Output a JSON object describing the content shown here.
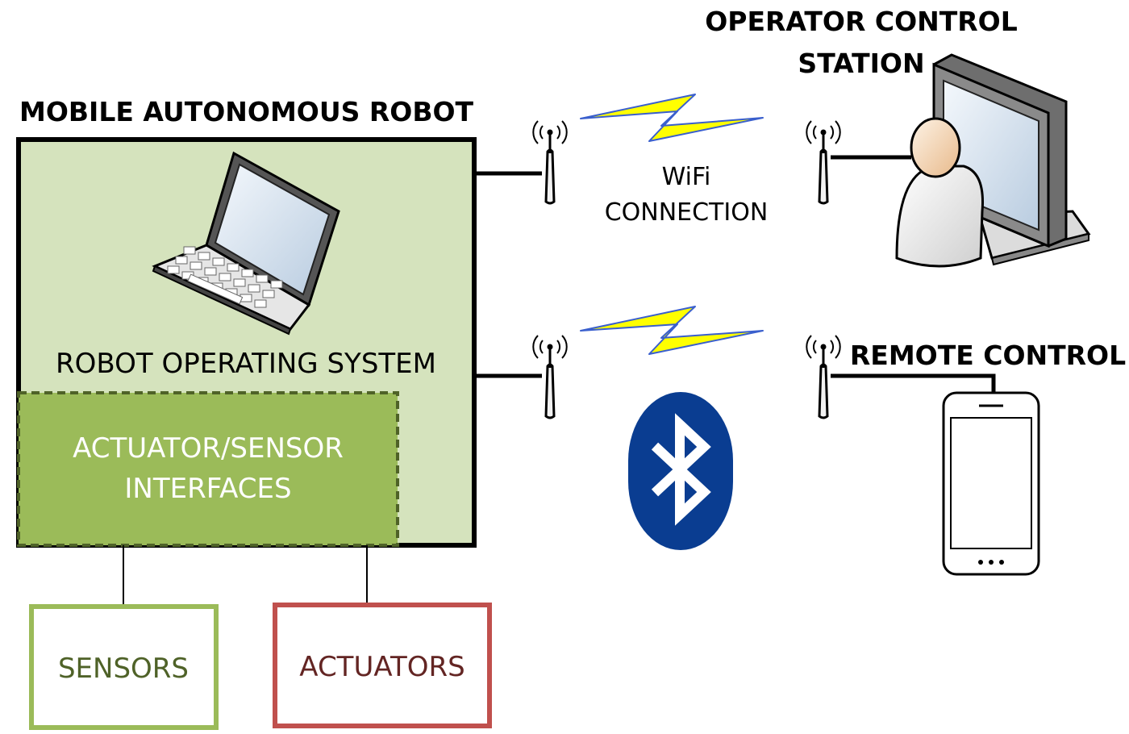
{
  "robot": {
    "title": "MOBILE AUTONOMOUS ROBOT",
    "os_label": "ROBOT OPERATING SYSTEM",
    "interfaces_line1": "ACTUATOR/SENSOR",
    "interfaces_line2": "INTERFACES"
  },
  "operator": {
    "title_line1": "OPERATOR CONTROL",
    "title_line2": "STATION"
  },
  "links": {
    "wifi_line1": "WiFi",
    "wifi_line2": "CONNECTION"
  },
  "remote": {
    "title": "REMOTE CONTROL"
  },
  "peripherals": {
    "sensors": "SENSORS",
    "actuators": "ACTUATORS"
  },
  "colors": {
    "robot_fill": "#d5e3bd",
    "interface_fill": "#9bbb59",
    "interface_border": "#4f6228",
    "sensors_border": "#9bbb59",
    "sensors_text": "#4f6228",
    "actuators_border": "#c0504d",
    "actuators_text": "#632523",
    "bluetooth": "#0a3d91",
    "bolt_fill": "#ffff00"
  },
  "icons": [
    "laptop-icon",
    "antenna-icon",
    "lightning-bolt-icon",
    "bluetooth-icon",
    "operator-monitor-icon",
    "smartphone-icon"
  ]
}
